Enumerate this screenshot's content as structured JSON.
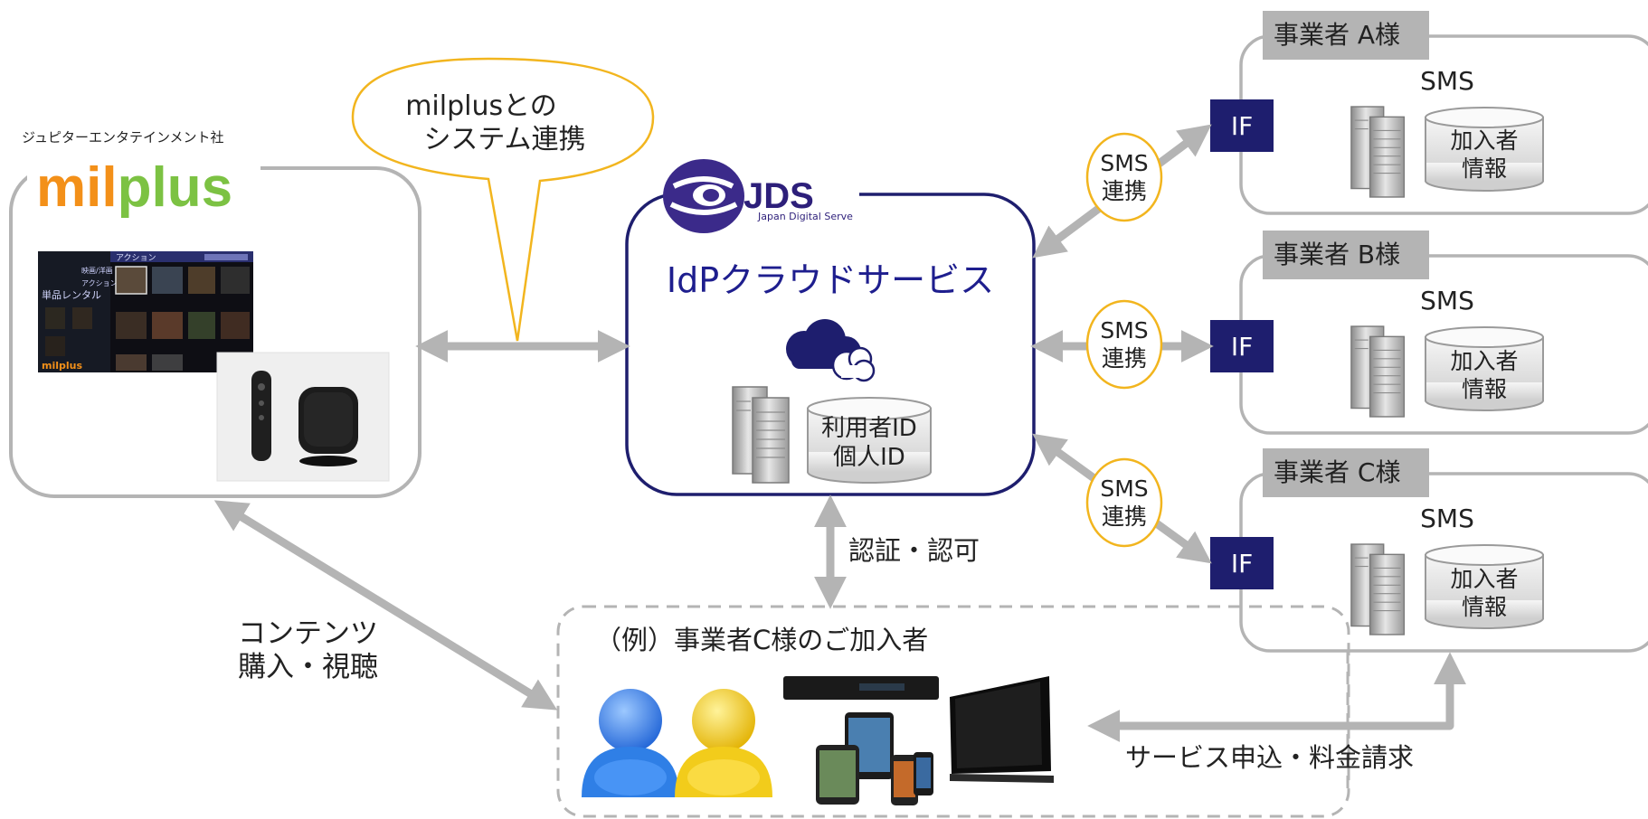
{
  "milplus": {
    "company": "ジュピターエンタテインメント社",
    "logo_mil": "mil",
    "logo_plus": "plus",
    "bubble_line1": "milplusとの",
    "bubble_line2": "システム連携",
    "screen_header": "アクション",
    "screen_menu1": "映画/洋画",
    "screen_menu2": "アクション",
    "screen_menu3": "単品レンタル",
    "screen_logo": "milplus"
  },
  "jds": {
    "logo_text": "JDS",
    "logo_sub": "Japan Digital Serve",
    "service_title": "IdPクラウドサービス",
    "db_line1": "利用者ID",
    "db_line2": "個人ID"
  },
  "links": {
    "sms_line1": "SMS",
    "sms_line2": "連携",
    "auth": "認証・認可",
    "contents_line1": "コンテンツ",
    "contents_line2": "購入・視聴",
    "service_apply": "サービス申込・料金請求"
  },
  "operators": [
    {
      "name": "事業者 A様",
      "if": "IF",
      "sms": "SMS",
      "db1": "加入者",
      "db2": "情報"
    },
    {
      "name": "事業者 B様",
      "if": "IF",
      "sms": "SMS",
      "db1": "加入者",
      "db2": "情報"
    },
    {
      "name": "事業者 C様",
      "if": "IF",
      "sms": "SMS",
      "db1": "加入者",
      "db2": "情報"
    }
  ],
  "subscribers": {
    "label": "（例）事業者C様のご加入者"
  },
  "colors": {
    "navy": "#1e1e6e",
    "gray_line": "#b4b4b4",
    "bubble_border": "#f2b51e",
    "milplus_orange": "#f39019",
    "milplus_green": "#7cc243",
    "user_blue": "#2f7fe6",
    "user_yellow": "#f2cc1b"
  }
}
